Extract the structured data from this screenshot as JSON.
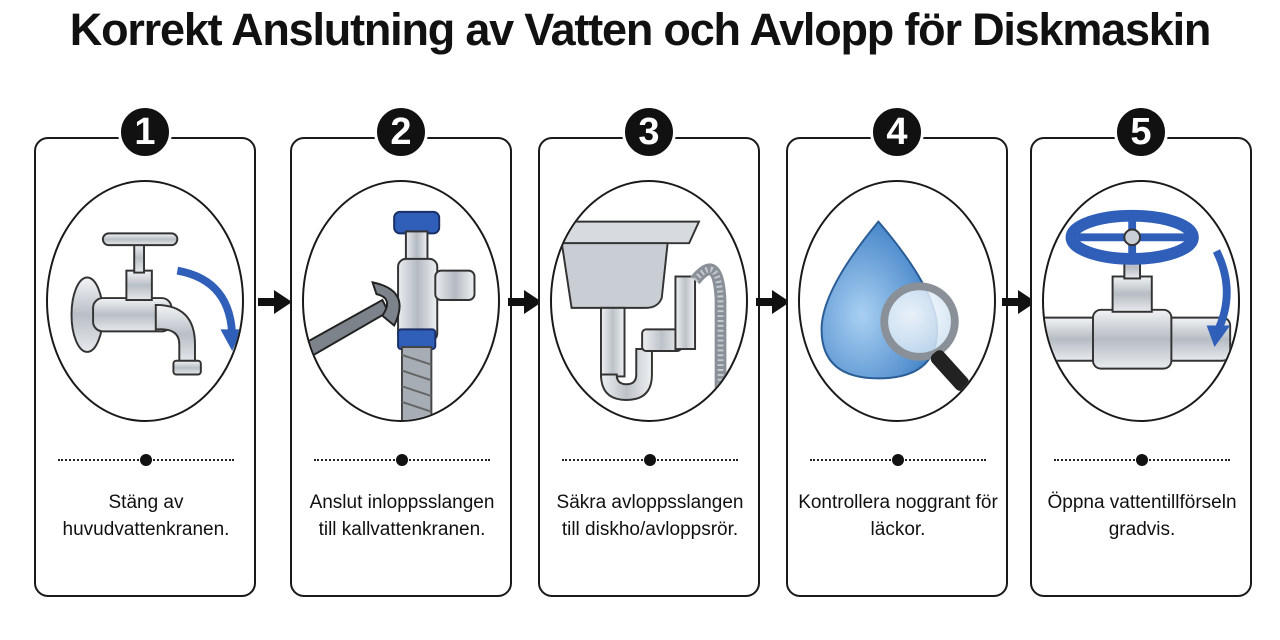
{
  "title": "Korrekt Anslutning av Vatten och Avlopp för Diskmaskin",
  "colors": {
    "accent_blue": "#2f5fb8",
    "metal": "#c9ced4",
    "outline": "#1a1a1a"
  },
  "steps": [
    {
      "number": "1",
      "caption": "Stäng av huvudvattenkranen.",
      "icon": "water-tap-turn-off-icon"
    },
    {
      "number": "2",
      "caption": "Anslut inloppsslangen till kallvattenkranen.",
      "icon": "wrench-inlet-hose-icon"
    },
    {
      "number": "3",
      "caption": "Säkra avloppsslangen till diskho/avloppsrör.",
      "icon": "sink-drain-hose-icon"
    },
    {
      "number": "4",
      "caption": "Kontrollera noggrant för läckor.",
      "icon": "water-drop-magnifier-icon"
    },
    {
      "number": "5",
      "caption": "Öppna vattentillförseln gradvis.",
      "icon": "valve-wheel-open-icon"
    }
  ]
}
